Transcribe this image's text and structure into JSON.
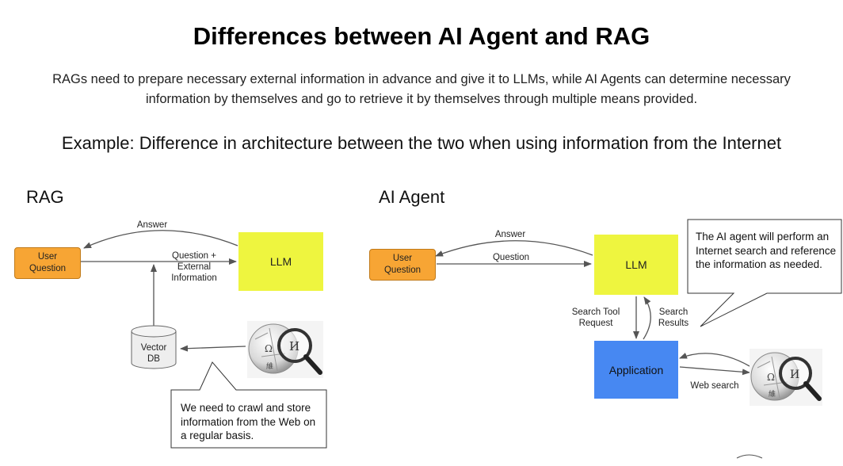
{
  "title": "Differences between AI Agent and RAG",
  "description": "RAGs need to prepare necessary external information in advance and give it to LLMs, while AI Agents can determine necessary information by themselves and go to retrieve it by themselves through multiple means provided.",
  "example": "Example: Difference in architecture between the two when using information from the Internet",
  "rag": {
    "heading": "RAG",
    "user_question": "User Question",
    "llm": "LLM",
    "answer": "Answer",
    "question_external": "Question + External Information",
    "vector_db": "Vector DB",
    "callout": "We need to crawl and store information from the Web on a regular basis.",
    "wiki_icon": "wikipedia-globe-icon"
  },
  "agent": {
    "heading": "AI Agent",
    "user_question": "User Question",
    "llm": "LLM",
    "answer": "Answer",
    "question": "Question",
    "search_tool_request": "Search Tool Request",
    "search_results": "Search Results",
    "application": "Application",
    "web_search": "Web search",
    "callout": "The AI agent will perform an Internet search and reference the information as needed.",
    "wiki_icon": "wikipedia-globe-icon"
  },
  "colors": {
    "user_box": "#f7a534",
    "llm_box": "#eef53f",
    "app_box": "#4788f2",
    "arrow": "#555555"
  }
}
